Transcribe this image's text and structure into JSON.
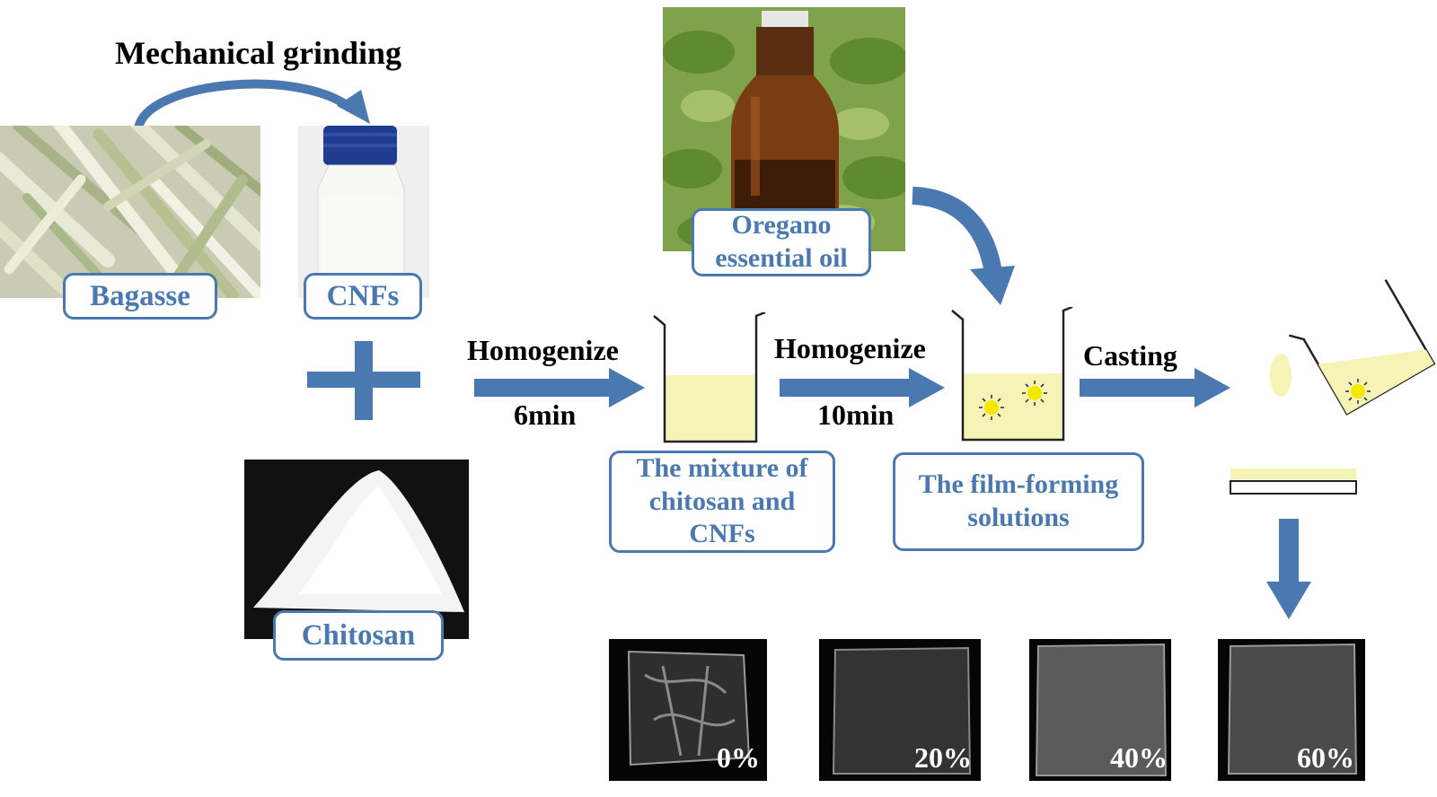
{
  "title": "Mechanical grinding",
  "labels": {
    "bagasse": "Bagasse",
    "cnfs": "CNFs",
    "chitosan": "Chitosan",
    "oregano": "Oregano essential oil",
    "mixture": "The mixture of chitosan and CNFs",
    "film_forming": "The film-forming solutions"
  },
  "steps": {
    "homogenize1": "Homogenize",
    "time1": "6min",
    "homogenize2": "Homogenize",
    "time2": "10min",
    "casting": "Casting"
  },
  "films": [
    "0%",
    "20%",
    "40%",
    "60%"
  ],
  "colors": {
    "accent": "#4a78b0",
    "solution": "#f6f3b6",
    "sun": "#f2e800"
  }
}
